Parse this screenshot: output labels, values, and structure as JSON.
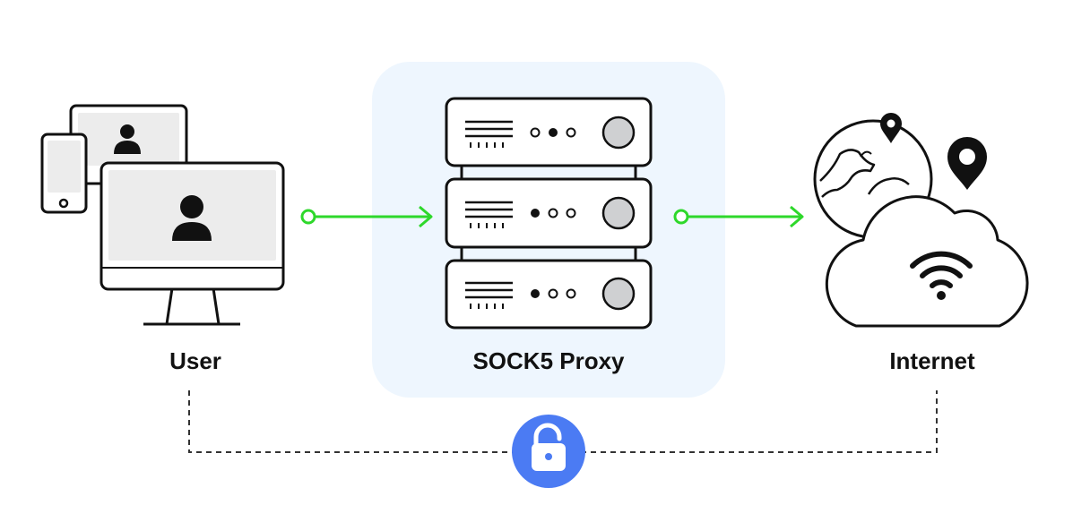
{
  "nodes": {
    "user": {
      "label": "User"
    },
    "proxy": {
      "label": "SOCK5 Proxy"
    },
    "internet": {
      "label": "Internet"
    }
  },
  "colors": {
    "stroke": "#111111",
    "screen_fill": "#ececec",
    "knob_fill": "#cfd0d2",
    "proxy_panel": "#eef6fe",
    "arrow": "#2ed82b",
    "lock_circle": "#4b7bf3",
    "dash": "#333333"
  },
  "icons": [
    "desktop-icon",
    "tablet-icon",
    "phone-icon",
    "user-avatar-icon",
    "server-rack-icon",
    "globe-icon",
    "map-pin-icon",
    "cloud-icon",
    "wifi-icon",
    "unlocked-padlock-icon",
    "arrow-right-icon"
  ]
}
